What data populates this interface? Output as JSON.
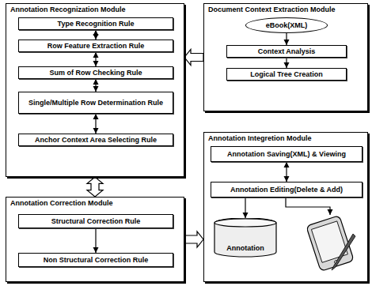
{
  "diagram": {
    "nodes": [
      {
        "text": [
          "Annotation Recognization Module"
        ]
      },
      {
        "text": [
          "Type Recognition Rule"
        ],
        "in": 0
      },
      {
        "text": [
          "Row Feature Extraction  Rule"
        ],
        "in": 0
      },
      {
        "text": [
          "Sum of Row Checking Rule"
        ],
        "in": 0
      },
      {
        "text": [
          "Single/Multiple Row Determination Rule"
        ],
        "in": 0
      },
      {
        "text": [
          "Anchor Context Area Selecting Rule"
        ],
        "in": 0
      },
      {
        "text": [
          "Document Context Extraction Module"
        ]
      },
      {
        "text": [
          "eBook(XML)"
        ],
        "in": 6
      },
      {
        "text": [
          "Context Analysis"
        ],
        "in": 6
      },
      {
        "text": [
          "Logical Tree Creation"
        ],
        "in": 6
      },
      {
        "text": [
          "Annotation Correction Module"
        ]
      },
      {
        "text": [
          "Structural Correction Rule"
        ],
        "in": 10
      },
      {
        "text": [
          "Non Structural Correction Rule"
        ],
        "in": 10
      },
      {
        "text": [
          "Annotation Integretion Module"
        ]
      },
      {
        "text": [
          "Annotation Saving(XML) & Viewing"
        ],
        "in": 13
      },
      {
        "text": [
          "Annotation Editing(Delete & Add)"
        ],
        "in": 13
      },
      {
        "text": [
          "Annotation"
        ],
        "in": 13
      }
    ],
    "edges": [
      {
        "from": 1,
        "to": 2,
        "arrow": "both"
      },
      {
        "from": 2,
        "to": 3,
        "arrow": "both"
      },
      {
        "from": 3,
        "to": 4,
        "arrow": "both"
      },
      {
        "from": 4,
        "to": 5,
        "arrow": "both"
      },
      {
        "from": 7,
        "to": 8,
        "arrow": "to"
      },
      {
        "from": 8,
        "to": 9,
        "arrow": "to"
      },
      {
        "from": 6,
        "to": 0,
        "arrow": "to"
      },
      {
        "from": 0,
        "to": 10,
        "arrow": "both"
      },
      {
        "from": 10,
        "to": 13,
        "arrow": "to"
      },
      {
        "from": 11,
        "to": 12,
        "arrow": "to"
      },
      {
        "from": 14,
        "to": 15,
        "arrow": "both"
      },
      {
        "from": 15,
        "to": 16,
        "arrow": "to"
      }
    ]
  }
}
